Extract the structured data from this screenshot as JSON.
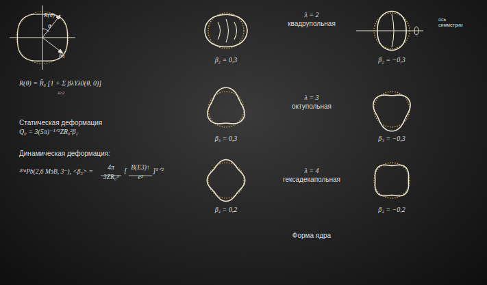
{
  "diagram": {
    "caption": "Форма ядра",
    "labels": [
      "R(θ)",
      "θ",
      "R₀",
      "R(θ) = R̄₀·[1 + Σ βλYλ0(θ, 0)]",
      "λ≥2",
      "Статическая деформация",
      "Q₀ = 3(5π)⁻¹ᐟ²ZR₀²β₂",
      "Динамическая деформация:",
      "²⁰⁸Pb(2,6 МэВ, 3⁻), <β₃> =",
      "4π",
      "3ZR₀³",
      "[",
      "B(E3)↑",
      "e²",
      "]¹ᐟ²",
      "β₂ = 0,3",
      "λ = 2",
      "квадрупольная",
      "β₂ = −0,3",
      "ось симметрии",
      "β₃ = 0,3",
      "λ = 3",
      "октупольная",
      "β₃ = −0,3",
      "β₄ = 0,2",
      "λ = 4",
      "гексадекапольная",
      "β₄ = −0,2"
    ]
  }
}
